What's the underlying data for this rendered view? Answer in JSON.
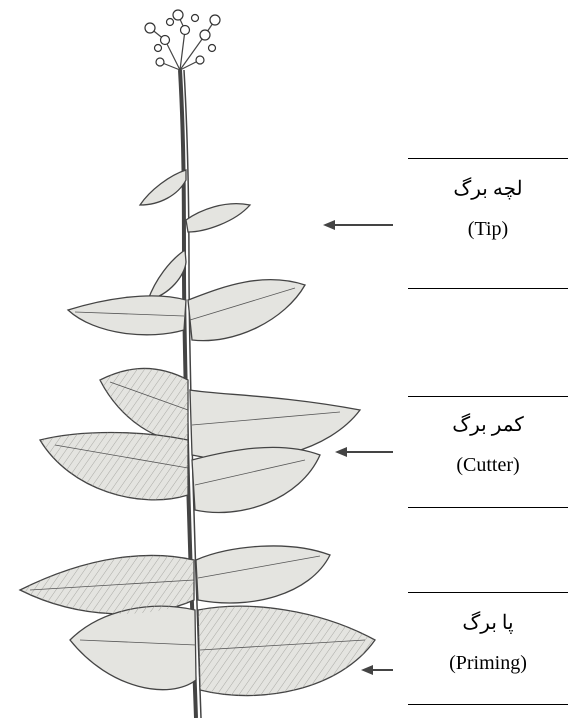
{
  "sections": [
    {
      "id": "tip",
      "persian": "لچه برگ",
      "english": "(Tip)"
    },
    {
      "id": "cutter",
      "persian": "کمر برگ",
      "english": "(Cutter)"
    },
    {
      "id": "priming",
      "persian": "پا برگ",
      "english": "(Priming)"
    }
  ],
  "colors": {
    "ink": "#000000",
    "line": "#444444",
    "leaf_fill": "#e4e4e0",
    "background": "#ffffff"
  }
}
